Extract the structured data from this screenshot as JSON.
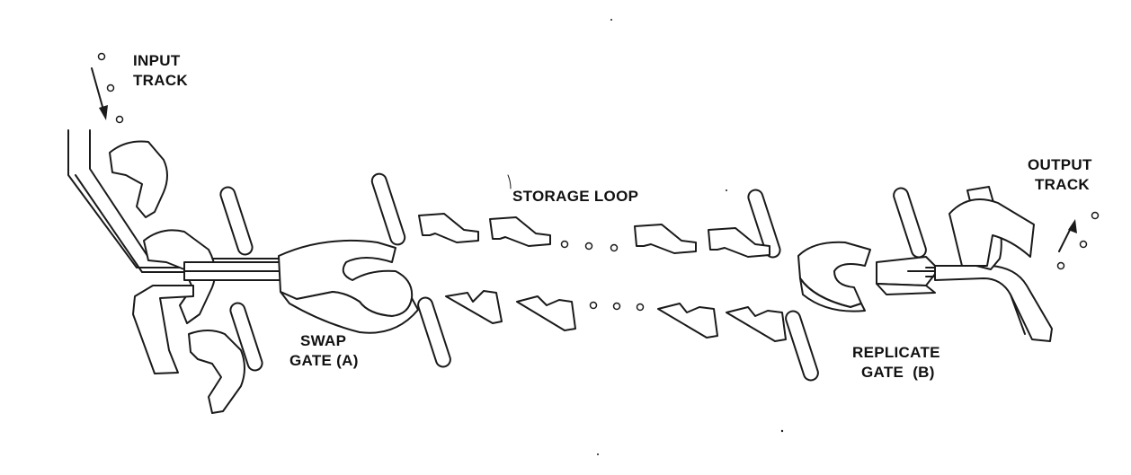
{
  "diagram": {
    "labels": {
      "input_track": [
        "INPUT",
        "TRACK"
      ],
      "output_track": [
        "OUTPUT",
        "TRACK"
      ],
      "storage_loop": "STORAGE LOOP",
      "swap_gate": [
        "SWAP",
        "GATE (A)"
      ],
      "replicate_gate": [
        "REPLICATE",
        "GATE  (B)"
      ]
    },
    "ink_color": "#1a1a1a",
    "background_color": "#ffffff"
  }
}
